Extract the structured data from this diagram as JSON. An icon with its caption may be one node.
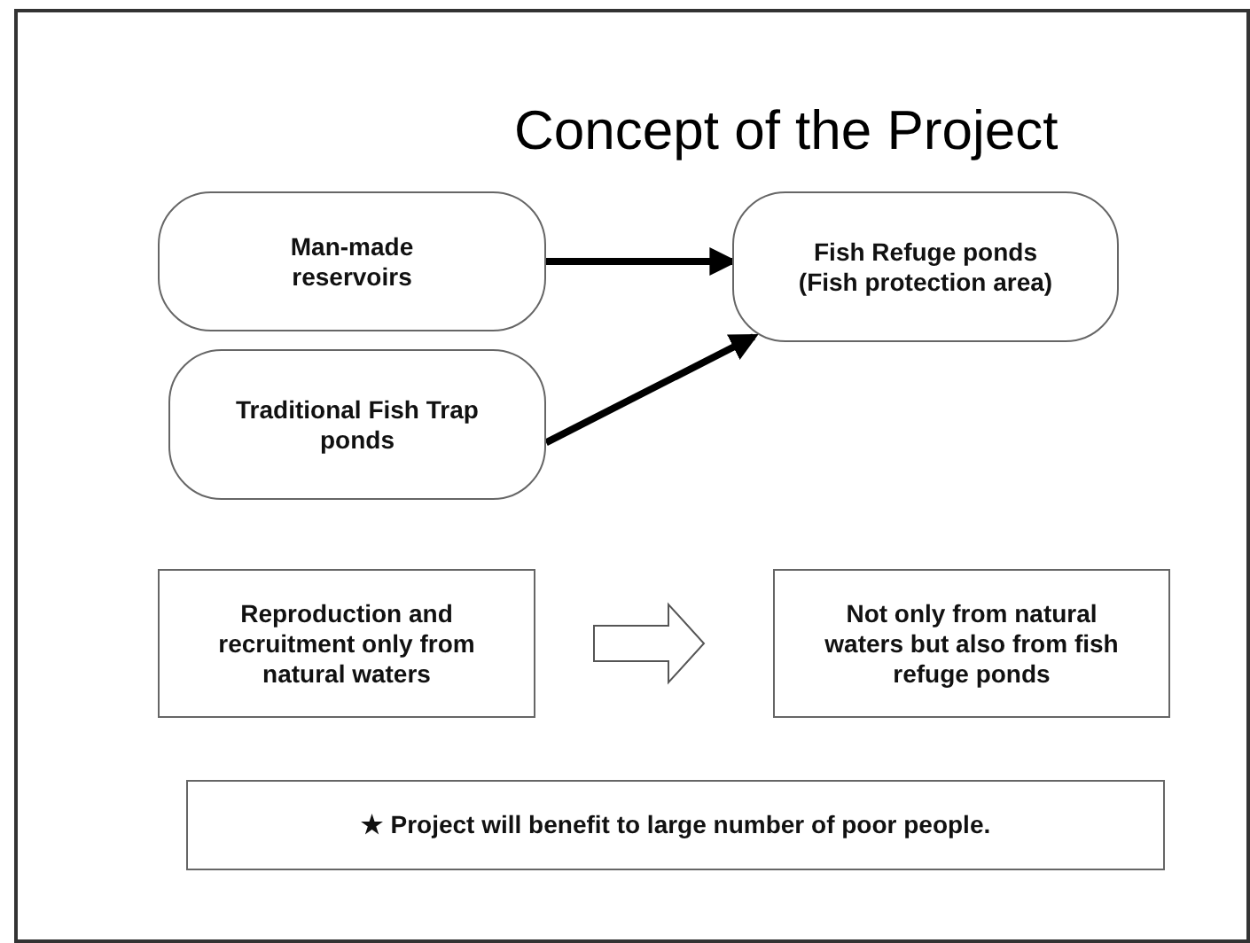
{
  "diagram": {
    "title": "Concept of the Project",
    "nodes": [
      {
        "text": [
          "Man-made reservoirs"
        ]
      },
      {
        "text": [
          "Fish Refuge ponds (Fish protection area)"
        ]
      },
      {
        "text": [
          "Traditional Fish Trap ponds"
        ]
      },
      {
        "text": [
          "Reproduction and recruitment only from natural waters"
        ]
      },
      {
        "text": [
          "Not only from natural waters but also from fish refuge ponds"
        ]
      },
      {
        "text": [
          "★ Project will benefit to large number of poor people."
        ]
      }
    ],
    "edges": [
      {
        "from": 0,
        "to": 1,
        "arrow": "to"
      },
      {
        "from": 2,
        "to": 1,
        "arrow": "to"
      },
      {
        "from": 3,
        "to": 4,
        "arrow": "to",
        "style": "thick"
      }
    ]
  }
}
